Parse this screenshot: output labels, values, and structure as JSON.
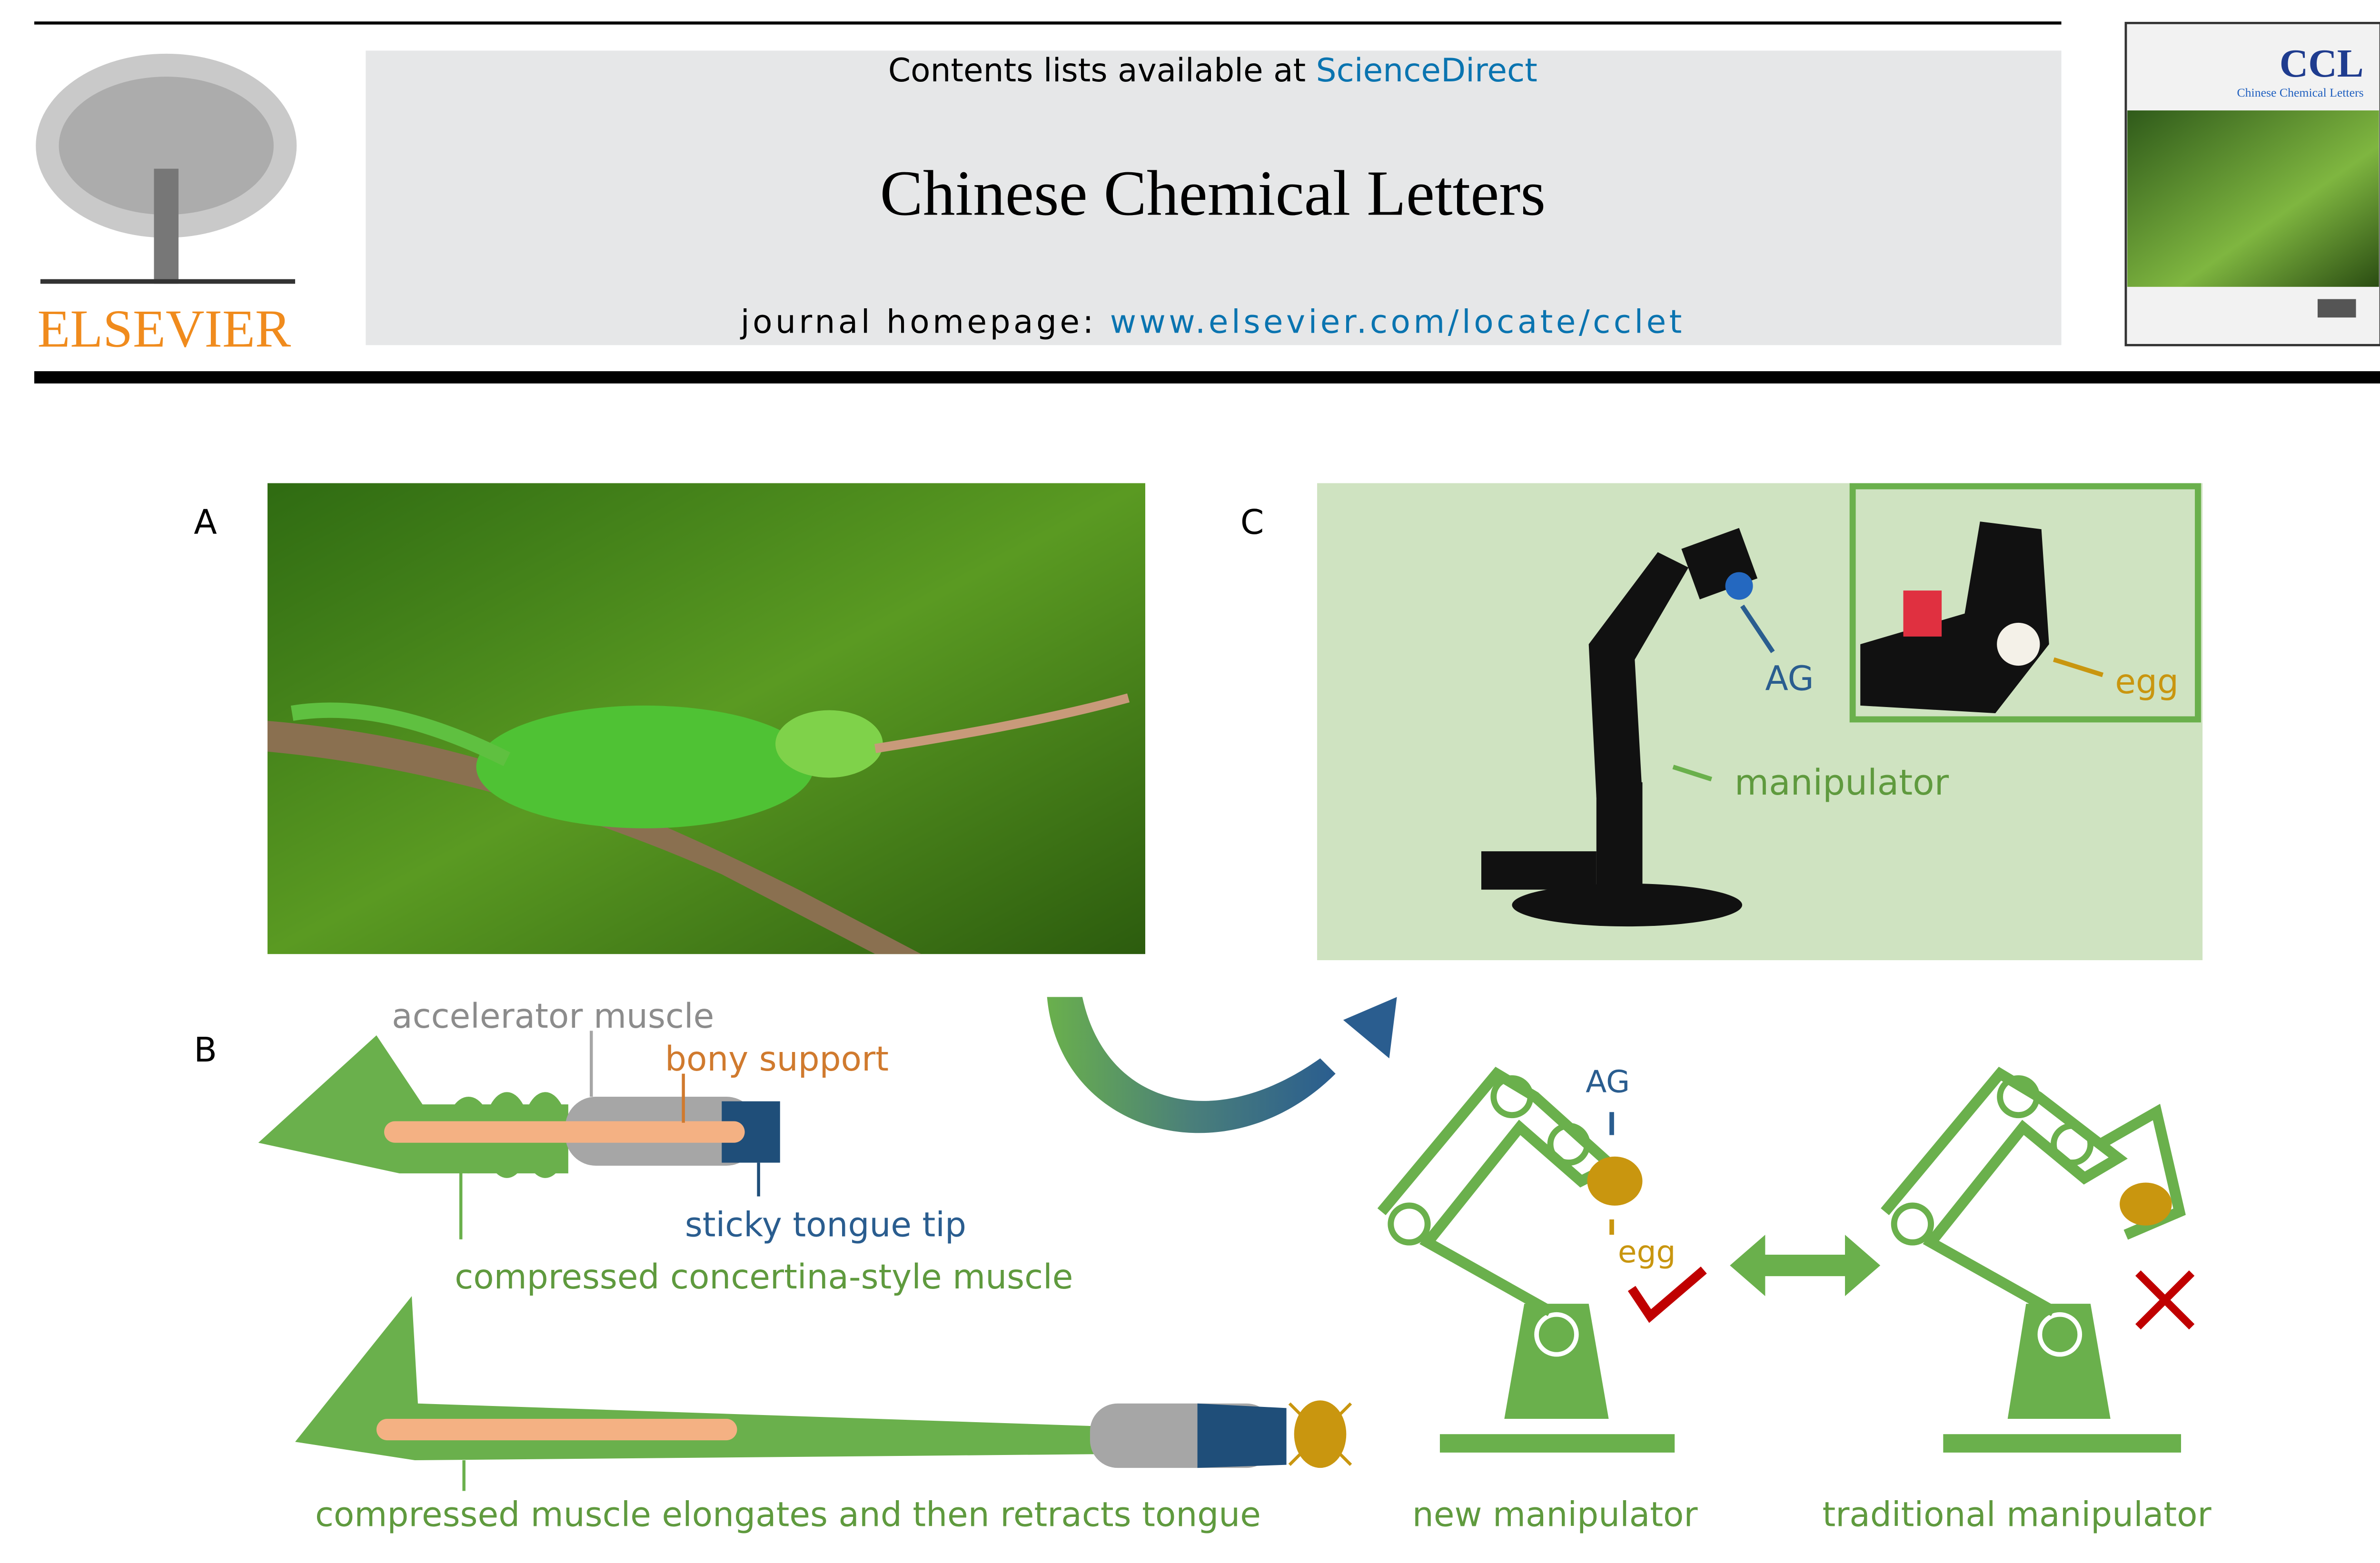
{
  "header": {
    "publisher": "ELSEVIER",
    "contents_prefix": "Contents lists available at ",
    "contents_link": "ScienceDirect",
    "journal_title": "Chinese Chemical Letters",
    "homepage_prefix": "journal homepage: ",
    "homepage_link": "www.elsevier.com/locate/cclet",
    "cover_title": "CCL",
    "cover_subtitle": "Chinese Chemical Letters"
  },
  "figure": {
    "panel_a": "A",
    "panel_b": "B",
    "panel_c": "C",
    "labels": {
      "accelerator_muscle": "accelerator muscle",
      "bony_support": "bony support",
      "sticky_tongue_tip": "sticky tongue tip",
      "compressed_muscle": "compressed concertina-style muscle",
      "elongates": "compressed muscle elongates and then retracts tongue",
      "ag_photo": "AG",
      "egg_photo": "egg",
      "manipulator": "manipulator",
      "ag_diagram": "AG",
      "egg_diagram": "egg",
      "new_manipulator": "new manipulator",
      "traditional_manipulator": "traditional manipulator"
    }
  },
  "colors": {
    "link": "#0a74b0",
    "elsevier": "#f08b1d",
    "green": "#6ab04c",
    "blue": "#2a5d8f",
    "orange": "#d07a2e",
    "gold": "#c9960f",
    "red": "#c00000"
  }
}
